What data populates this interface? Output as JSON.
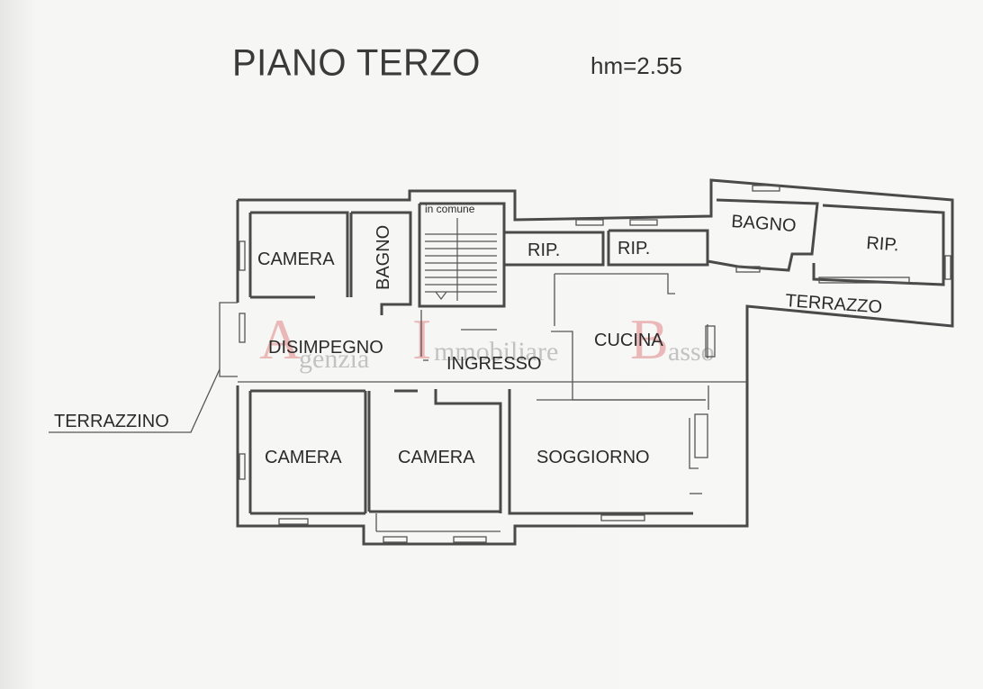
{
  "header": {
    "floor_title": "PIANO TERZO",
    "height_label": "hm=2.55"
  },
  "rooms": {
    "camera_top": "CAMERA",
    "bagno_left": "BAGNO",
    "stair_note": "in comune",
    "rip_1": "RIP.",
    "rip_2": "RIP.",
    "bagno_right": "BAGNO",
    "rip_3": "RIP.",
    "terrazzo": "TERRAZZO",
    "disimpegno": "DISIMPEGNO",
    "cucina": "CUCINA",
    "ingresso": "INGRESSO",
    "terrazzino": "TERRAZZINO",
    "camera_bottom_left": "CAMERA",
    "camera_bottom_mid": "CAMERA",
    "soggiorno": "SOGGIORNO"
  },
  "watermark": {
    "letter_a": "A",
    "word_a": "genzia",
    "letter_i": "I",
    "word_i": "mmobiliare",
    "letter_b": "B",
    "word_b": "asso",
    "accent_color": "#e7a9a9"
  }
}
